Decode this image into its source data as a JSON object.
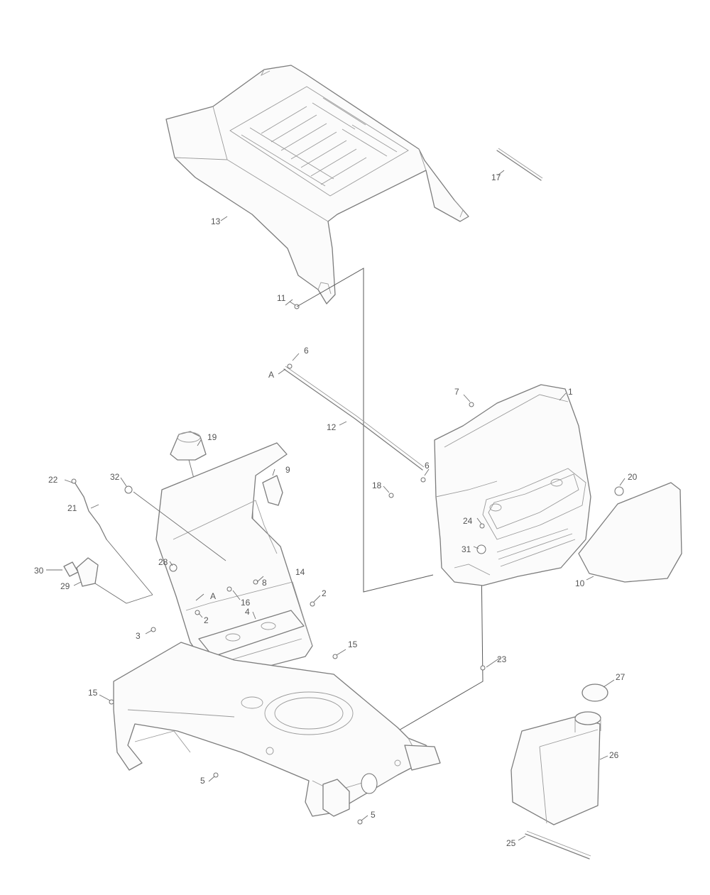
{
  "diagram": {
    "colors": {
      "line": "#7d7d7d",
      "text": "#555555",
      "background": "#ffffff"
    },
    "callouts": {
      "c1": "1",
      "c2a": "2",
      "c2b": "2",
      "c3": "3",
      "c4": "4",
      "c5a": "5",
      "c5b": "5",
      "c6a": "6",
      "c6b": "6",
      "c7": "7",
      "c8": "8",
      "c9": "9",
      "c10": "10",
      "c11": "11",
      "c12": "12",
      "c13": "13",
      "c14": "14",
      "c15a": "15",
      "c15b": "15",
      "c16": "16",
      "c17": "17",
      "c18": "18",
      "c19": "19",
      "c20": "20",
      "c21": "21",
      "c22": "22",
      "c23": "23",
      "c24": "24",
      "c25": "25",
      "c26": "26",
      "c27": "27",
      "c28": "28",
      "c29": "29",
      "c30": "30",
      "c31": "31",
      "c32": "32",
      "refA1": "A",
      "refA2": "A"
    }
  }
}
